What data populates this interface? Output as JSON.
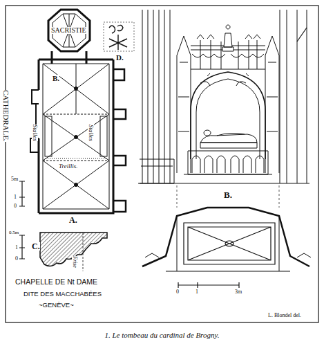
{
  "diagram": {
    "caption": "1. Le tombeau du cardinal de Brogny.",
    "labels": [
      "SACRISTIE",
      "D.",
      "CATHEDRALE.",
      "B.",
      "Stalles",
      "Stalles",
      "Treillis.",
      "5m",
      "1",
      "0",
      "A.",
      "C.",
      "0.5m",
      "1",
      "0",
      "Frise",
      "B.",
      "CHAPELLE DE Nt DAME",
      "DITE DES MACCHABÉES",
      "~GENÈVE~",
      "0",
      "1",
      "3m",
      "L. Blondel del."
    ]
  }
}
